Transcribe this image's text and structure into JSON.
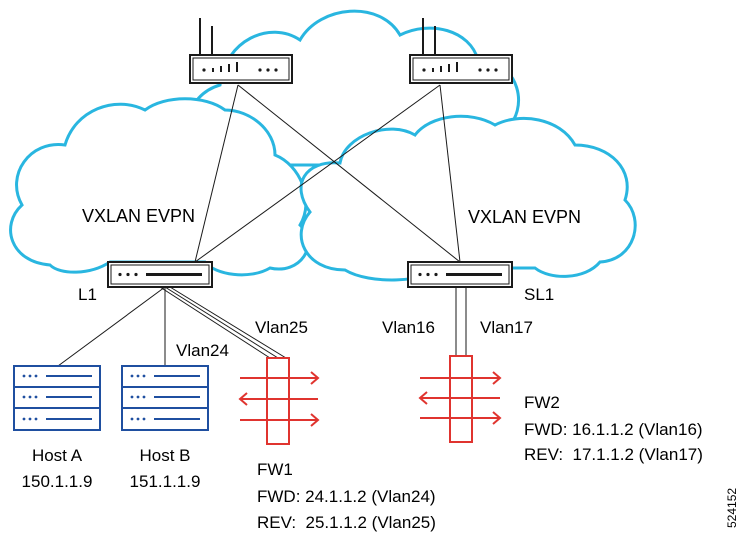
{
  "clouds": {
    "left_label": "VXLAN EVPN",
    "right_label": "VXLAN EVPN"
  },
  "leaf_switches": {
    "left_label": "L1",
    "right_label": "SL1"
  },
  "links": {
    "vlan25": "Vlan25",
    "vlan24": "Vlan24",
    "vlan16": "Vlan16",
    "vlan17": "Vlan17"
  },
  "hosts": [
    {
      "name": "Host A",
      "ip": "150.1.1.9"
    },
    {
      "name": "Host B",
      "ip": "151.1.1.9"
    }
  ],
  "firewalls": {
    "fw1": {
      "name": "FW1",
      "fwd": "FWD: 24.1.1.2 (Vlan24)",
      "rev": "REV:  25.1.1.2 (Vlan25)"
    },
    "fw2": {
      "name": "FW2",
      "fwd": "FWD: 16.1.1.2 (Vlan16)",
      "rev": "REV:  17.1.1.2 (Vlan17)"
    }
  },
  "figure_id": "524152",
  "colors": {
    "cloud": "#29b6e0",
    "firewall": "#e0342f",
    "device_outline": "#1a1a1a",
    "server_fill": "#1f4fa0"
  }
}
